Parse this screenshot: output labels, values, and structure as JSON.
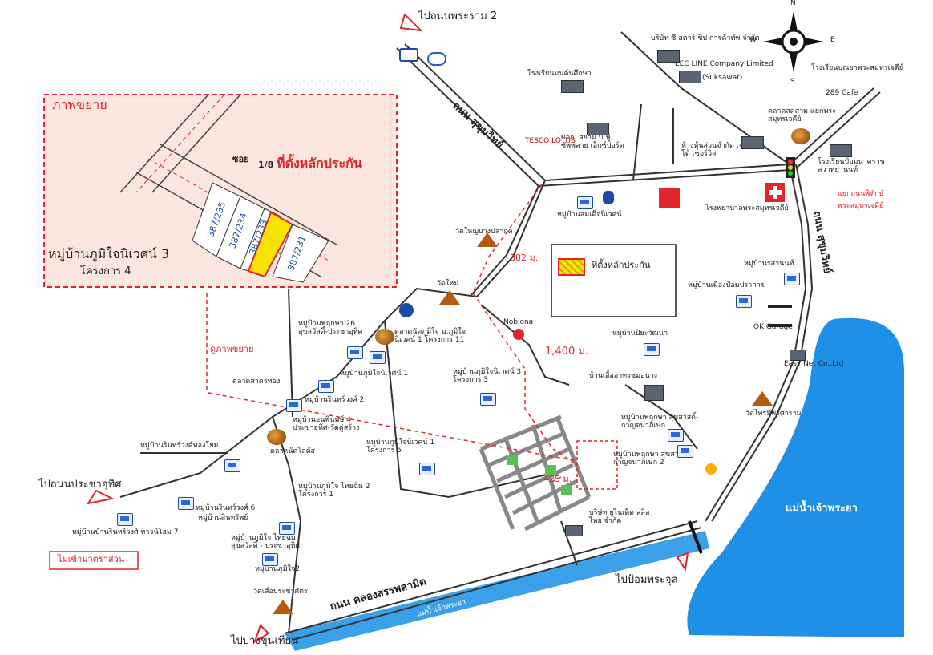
{
  "inset": {
    "title": "ภาพขยาย",
    "soi_label": "ซอย",
    "soi_number": "1/8",
    "collateral_label": "ที่ตั้งหลักประกัน",
    "plots": [
      "387/235",
      "387/234",
      "387/233",
      "387/231"
    ],
    "village_name": "หมู่บ้านภูมิใจนิเวศน์ 3",
    "project": "โครงการ 4"
  },
  "legend": {
    "label": "ที่ตั้งหลักประกัน"
  },
  "compass": {
    "n": "N",
    "s": "S",
    "e": "E",
    "w": "W"
  },
  "roads": {
    "sukhumvit_top": "ถนน สุขุมวิทย์",
    "sukhumvit_right": "ถนน สุขุมวิทย์",
    "khlong_sapphasamit": "ถนน คลองสรรพสามิต"
  },
  "directions": {
    "to_rama2": "ไปถนนพระราม 2",
    "to_pracha_uthit": "ไปถนนประชาอุทิศ",
    "to_bang_khun_thian": "ไปบางขุนเทียน",
    "to_pom_phra_chun": "ไปป้อมพระจุล"
  },
  "distances": {
    "d1": "882 ม.",
    "d2": "1,400 ม.",
    "d3": "425 ม."
  },
  "zoom_label": "ดูภาพขยาย",
  "not_to_scale": "ไม่เข้ามาตราส่วน",
  "river": {
    "main": "แม่น้ำเจ้าพระยา",
    "canal": "แม่น้ำเจ้าพระยา"
  },
  "intersection": {
    "line1": "แยกถนนพิทักษ์",
    "line2": "พระสมุทรเจดีย์"
  },
  "places": [
    {
      "id": "suksawat",
      "text": "บริษัท ซี สตาร์ ชิป การค้าทัพ จำกัด"
    },
    {
      "id": "eec",
      "text": "EEC LINE Company Limited"
    },
    {
      "id": "suksawat2",
      "text": "(Suksawat)"
    },
    {
      "id": "school1",
      "text": "โรงเรียนมนต์นศึกษา"
    },
    {
      "id": "school2",
      "text": "โรงเรียนบุณยาพระสมุทรเจดีย์"
    },
    {
      "id": "cafe",
      "text": "289 Cafe"
    },
    {
      "id": "market1",
      "text": "ตลาดสดสาม แยกพระสมุทรเจดีย์"
    },
    {
      "id": "school3",
      "text": "โรงเรียนป้อมนาคราช สวาทยานนท์"
    },
    {
      "id": "siam",
      "text": "บจก. สยาม บี.ฟู. ซัพพลาย เอ็กซ์ปอร์ต"
    },
    {
      "id": "tesco",
      "text": "TESCO LOTUS"
    },
    {
      "id": "partnership",
      "text": "ห้างหุ้นส่วนจำกัด เจริญ ออโต้ เซอร์วิส"
    },
    {
      "id": "v_suksawat",
      "text": "หมู่บ้านสมเด็จนิเวศน์"
    },
    {
      "id": "hospital",
      "text": "โรงพยาบาลพระสมุทรเจดีย์"
    },
    {
      "id": "wat1",
      "text": "วัดใหญ่บางปลากด"
    },
    {
      "id": "v_rasa",
      "text": "หมู่บ้านรสานนท์"
    },
    {
      "id": "v_chan",
      "text": "หมู่บ้านเมืองป้อมปราการ"
    },
    {
      "id": "okgarage",
      "text": "OK Garage"
    },
    {
      "id": "watmai",
      "text": "วัดใหม่"
    },
    {
      "id": "nobiona",
      "text": "Nobiona"
    },
    {
      "id": "v_pruksa26",
      "text": "หมู่บ้านพฤกษา 26 สุขสวัสดิ์-ประชาอุทิศ"
    },
    {
      "id": "market2",
      "text": "ตลาดนัดภูมิใจ ม.ภูมิใจนิเวศน์ 1 โครงการ 11"
    },
    {
      "id": "v_phumjai1",
      "text": "หมู่บ้านภูมิใจนิเวศน์ 1"
    },
    {
      "id": "v_phumjai3",
      "text": "หมู่บ้านภูมิใจนิเวศน์ 3 โครงการ 3"
    },
    {
      "id": "v_piyawat",
      "text": "หมู่บ้านปิยะวัฒนา"
    },
    {
      "id": "easynet",
      "text": "Easy Net Co.,Ltd"
    },
    {
      "id": "kimsiri",
      "text": "บ้านเอื้ออาทรชมอนาง"
    },
    {
      "id": "market3",
      "text": "ตลาดสาครทอง"
    },
    {
      "id": "v_chanwong2",
      "text": "หมู่บ้านรินทร์วงศ์ 2"
    },
    {
      "id": "v_ban4",
      "text": "หมู่บ้านอนพินพษ์ 4 ประชาอุทิศ-วัดคู่สร้าง"
    },
    {
      "id": "wat2",
      "text": "วัดไทรมีพรศาราม"
    },
    {
      "id": "v_pruksa_a",
      "text": "หมู่บ้านพฤกษา สุขสวัสดิ์-กาญจนาภิเษก"
    },
    {
      "id": "v_pruksa_b",
      "text": "หมู่บ้านพฤกษา สุขสวัสดิ์-กาญจนาภิเษก 2"
    },
    {
      "id": "v_phumjai_p5",
      "text": "หมู่บ้านภูมิใจนิเวศน์ 1 โครงการ 5"
    },
    {
      "id": "v_chanwong_pathong",
      "text": "หมู่บ้านรินทร์วงศ์ทองโยม"
    },
    {
      "id": "market4",
      "text": "ตลาดนัดโลตัส"
    },
    {
      "id": "v_phumjai_thai",
      "text": "หมู่บ้านภูมิใจ ไทยฉิ่ม 2 โครงการ 1"
    },
    {
      "id": "v_chanwong6",
      "text": "หมู่บ้านรินทร์วงศ์ 6"
    },
    {
      "id": "v_thanasin",
      "text": "หมู่บ้านสินทรัพย์"
    },
    {
      "id": "v_chanwong7",
      "text": "หมู่บ้านบ้านรินทร์วงศ์ ทาวน์โฮม 7"
    },
    {
      "id": "v_phumjai_suk",
      "text": "หมู่บ้านภูมิใจ ไทยฉิ่ม สุขสวัสดิ์ - ประชาอุทิศ"
    },
    {
      "id": "v_phumjai2",
      "text": "หมู่บ้านภูมิใจ2"
    },
    {
      "id": "wat3",
      "text": "วัดเสือประชาศัตร"
    },
    {
      "id": "unilever",
      "text": "บริษัท ยูไนเต็ด สลิล ไทย จำกัด"
    }
  ],
  "colors": {
    "river": "#1e90e8",
    "canal": "#3aa0e8",
    "inset_bg": "#fbe7df",
    "accent": "#e0262a",
    "road": "#333333"
  }
}
